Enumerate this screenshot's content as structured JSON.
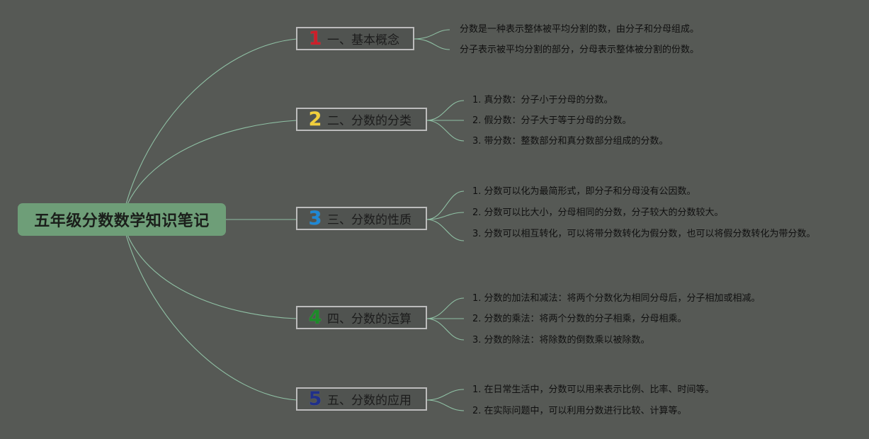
{
  "colors": {
    "background": "#565955",
    "root_fill": "#6e9e78",
    "connector": "#8fc0a4",
    "branch_border": "#bcbcbc",
    "num1": "#cc1f2a",
    "num2": "#f2cf3b",
    "num3": "#1e88d6",
    "num4": "#1e8a2a",
    "num5": "#20308a"
  },
  "root": {
    "title": "五年级分数数学知识笔记"
  },
  "branches": [
    {
      "number": "1",
      "title": "一、基本概念",
      "items": [
        "分数是一种表示整体被平均分割的数，由分子和分母组成。",
        "分子表示被平均分割的部分，分母表示整体被分割的份数。"
      ]
    },
    {
      "number": "2",
      "title": "二、分数的分类",
      "items": [
        "1. 真分数：分子小于分母的分数。",
        "2. 假分数：分子大于等于分母的分数。",
        "3. 带分数：整数部分和真分数部分组成的分数。"
      ]
    },
    {
      "number": "3",
      "title": "三、分数的性质",
      "items": [
        "1. 分数可以化为最简形式，即分子和分母没有公因数。",
        "2. 分数可以比大小，分母相同的分数，分子较大的分数较大。",
        "3. 分数可以相互转化，可以将带分数转化为假分数，也可以将假分数转化为带分数。"
      ]
    },
    {
      "number": "4",
      "title": "四、分数的运算",
      "items": [
        "1. 分数的加法和减法：将两个分数化为相同分母后，分子相加或相减。",
        "2. 分数的乘法：将两个分数的分子相乘，分母相乘。",
        "3. 分数的除法：将除数的倒数乘以被除数。"
      ]
    },
    {
      "number": "5",
      "title": "五、分数的应用",
      "items": [
        "1. 在日常生活中，分数可以用来表示比例、比率、时间等。",
        "2. 在实际问题中，可以利用分数进行比较、计算等。"
      ]
    }
  ]
}
